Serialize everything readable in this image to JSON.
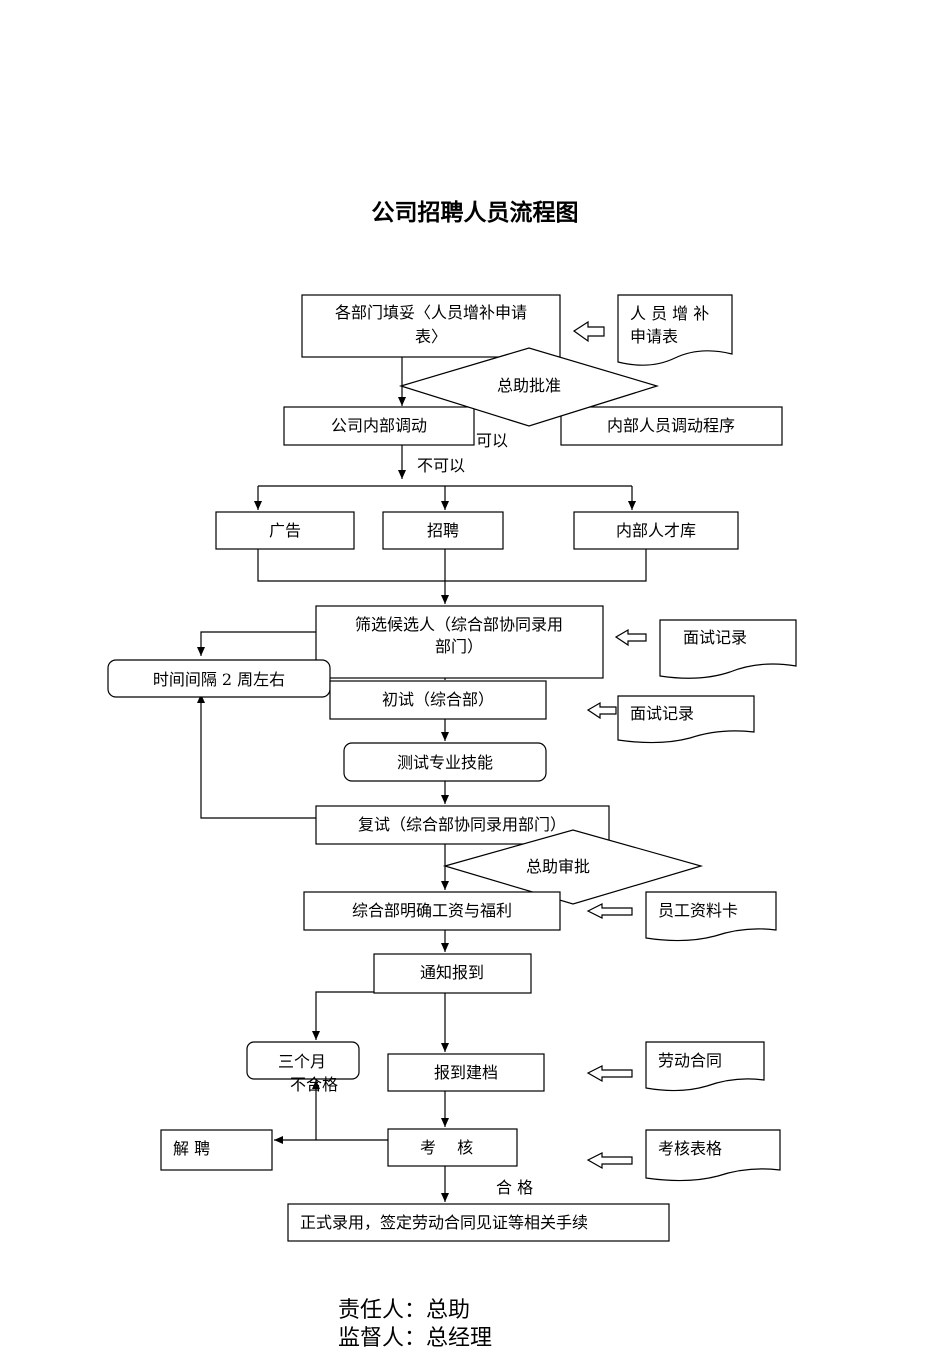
{
  "title": "公司招聘人员流程图",
  "nodes": {
    "fill_form": [
      "各部门填妥〈人员增补申请",
      "表〉"
    ],
    "req_form_doc": [
      "人 员 增 补",
      "申请表"
    ],
    "approve1": "总助批准",
    "internal_transfer": "公司内部调动",
    "internal_procedure": "内部人员调动程序",
    "ad": "广告",
    "recruit": "招聘",
    "talent_pool": "内部人才库",
    "screen": [
      "筛选候选人（综合部协同录用",
      "部门）"
    ],
    "interval": "时间间隔 2 周左右",
    "interview_doc_1": "面试记录",
    "first_interview": "初试（综合部）",
    "interview_doc_2": "面试记录",
    "skill_test": "测试专业技能",
    "second_interview": "复试（综合部协同录用部门）",
    "approve2": "总助审批",
    "salary": "综合部明确工资与福利",
    "employee_card": "员工资料卡",
    "notify": "通知报到",
    "three_months": "三个月",
    "register": "报到建档",
    "contract_doc": "劳动合同",
    "dismiss": "解 聘",
    "assess": "考　 核",
    "assess_form": "考核表格",
    "final": "正式录用，签定劳动合同见证等相关手续"
  },
  "edge_labels": {
    "can": "可以",
    "cannot": "不可以",
    "fail": "不合格",
    "pass": "合 格"
  },
  "footer": {
    "responsible": "责任人：总助",
    "supervisor": "监督人：总经理"
  }
}
